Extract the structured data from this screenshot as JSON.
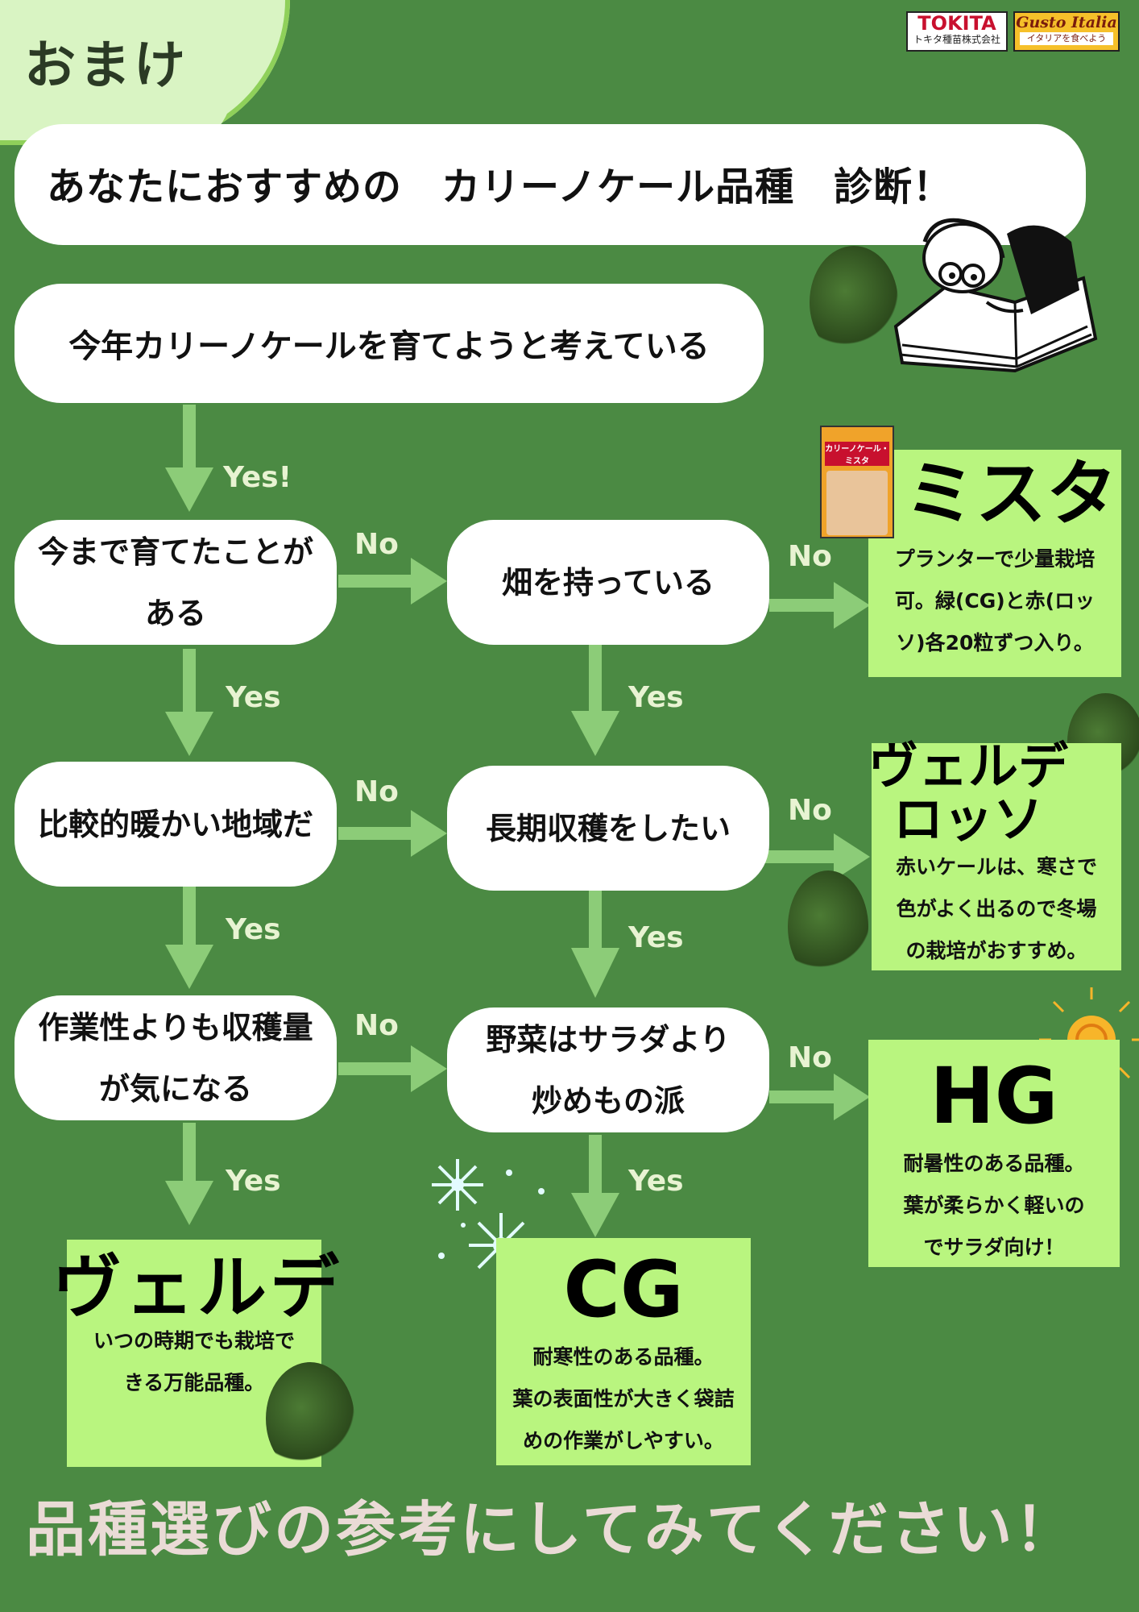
{
  "corner": {
    "label": "おまけ"
  },
  "logos": {
    "tokita": {
      "name": "TOKITA",
      "sub": "トキタ種苗株式会社"
    },
    "gusto": {
      "name": "Gusto Italia",
      "sub": "イタリアを食べよう"
    }
  },
  "title": "あなたにおすすめの　カリーノケール品種　診断！",
  "questions": {
    "q_start": "今年カリーノケールを育てようと考えている",
    "q_grown": [
      "今まで育てたことが",
      "ある"
    ],
    "q_warm": "比較的暖かい地域だ",
    "q_yield": [
      "作業性よりも収穫量",
      "が気になる"
    ],
    "q_field": "畑を持っている",
    "q_longterm": "長期収穫をしたい",
    "q_cook": [
      "野菜はサラダより",
      "炒めもの派"
    ]
  },
  "labels": {
    "yes_first": "Yes!",
    "yes": "Yes",
    "no": "No"
  },
  "results": {
    "mista": {
      "name": "ミスタ",
      "desc": [
        "プランターで少量栽培",
        "可。緑(CG)と赤(ロッ",
        "ソ)各20粒ずつ入り。"
      ],
      "package": "カリーノケール・ミスタ"
    },
    "rosso": {
      "name": [
        "ヴェルデ",
        "ロッソ"
      ],
      "desc": [
        "赤いケールは、寒さで",
        "色がよく出るので冬場",
        "の栽培がおすすめ。"
      ]
    },
    "hg": {
      "name": "HG",
      "desc": [
        "耐暑性のある品種。",
        "葉が柔らかく軽いの",
        "でサラダ向け！"
      ]
    },
    "cg": {
      "name": "CG",
      "desc": [
        "耐寒性のある品種。",
        "葉の表面性が大きく袋詰",
        "めの作業がしやすい。"
      ]
    },
    "verde": {
      "name": "ヴェルデ",
      "desc": [
        "いつの時期でも栽培で",
        "きる万能品種。"
      ]
    }
  },
  "footer": "品種選びの参考にしてみてください！",
  "colors": {
    "background": "#4b8a43",
    "result": "#b9f57f",
    "arrow": "#8ccc78"
  }
}
